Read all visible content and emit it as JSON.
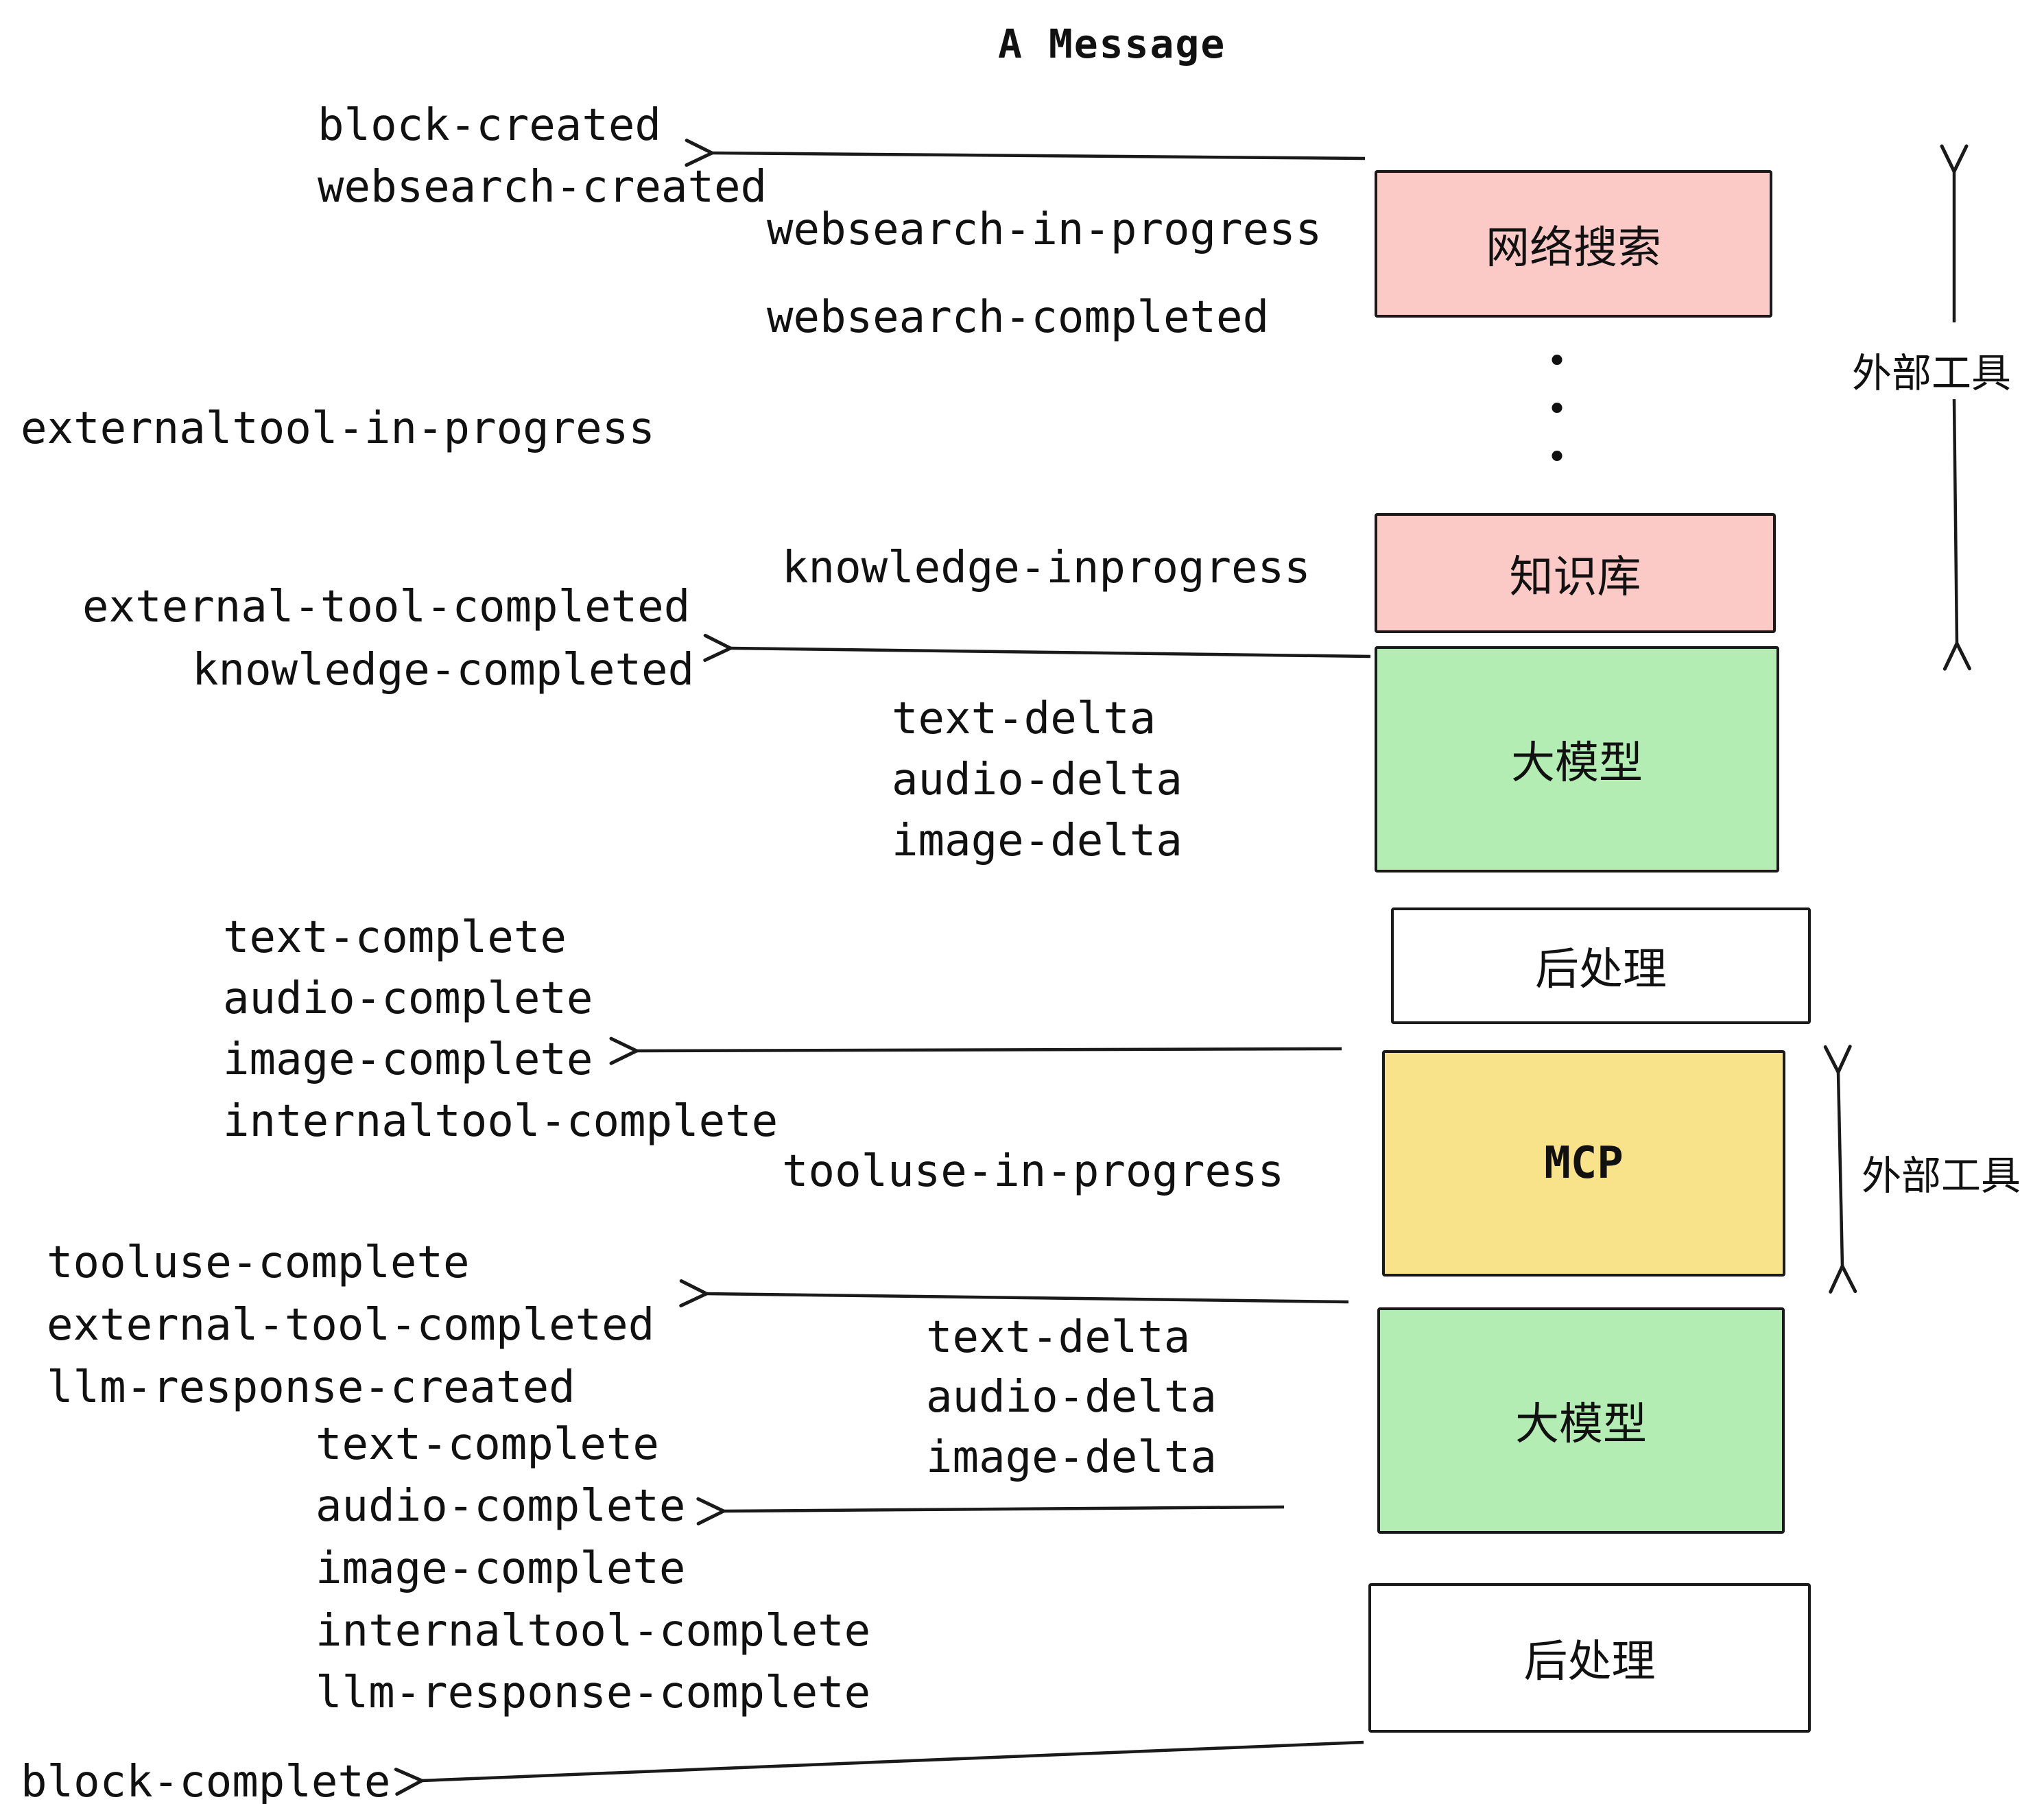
{
  "title": "A Message",
  "events": {
    "block_created": "block-created",
    "websearch_created": "websearch-created",
    "websearch_in_progress": "websearch-in-progress",
    "websearch_completed": "websearch-completed",
    "externaltool_in_progress": "externaltool-in-progress",
    "knowledge_inprogress": "knowledge-inprogress",
    "external_tool_completed_1": "external-tool-completed",
    "knowledge_completed": "knowledge-completed",
    "text_delta_1": "text-delta",
    "audio_delta_1": "audio-delta",
    "image_delta_1": "image-delta",
    "text_complete_1": "text-complete",
    "audio_complete_1": "audio-complete",
    "image_complete_1": "image-complete",
    "internaltool_complete_1": "internaltool-complete",
    "tooluse_in_progress": "tooluse-in-progress",
    "tooluse_complete": "tooluse-complete",
    "external_tool_completed_2": "external-tool-completed",
    "llm_response_created": "llm-response-created",
    "text_delta_2": "text-delta",
    "audio_delta_2": "audio-delta",
    "image_delta_2": "image-delta",
    "text_complete_2": "text-complete",
    "audio_complete_2": "audio-complete",
    "image_complete_2": "image-complete",
    "internaltool_complete_2": "internaltool-complete",
    "llm_response_complete": "llm-response-complete",
    "block_complete": "block-complete"
  },
  "nodes": {
    "websearch": {
      "label": "网络搜索",
      "fill": "#fbc9c6"
    },
    "knowledge": {
      "label": "知识库",
      "fill": "#fbc9c6"
    },
    "llm_1": {
      "label": "大模型",
      "fill": "#b4edb4"
    },
    "postprocess_1": {
      "label": "后处理",
      "fill": "#ffffff"
    },
    "mcp": {
      "label": "MCP",
      "fill": "#f8e28a"
    },
    "llm_2": {
      "label": "大模型",
      "fill": "#b4edb4"
    },
    "postprocess_2": {
      "label": "后处理",
      "fill": "#ffffff"
    }
  },
  "annotations": {
    "external_tools_1": "外部工具",
    "external_tools_2": "外部工具",
    "dot": "•"
  },
  "colors": {
    "node_pink": "#fbc9c6",
    "node_green": "#b4edb4",
    "node_yellow": "#f8e28a",
    "node_white": "#ffffff",
    "stroke": "#1a1a1a",
    "text": "#111111",
    "background": "#ffffff"
  }
}
